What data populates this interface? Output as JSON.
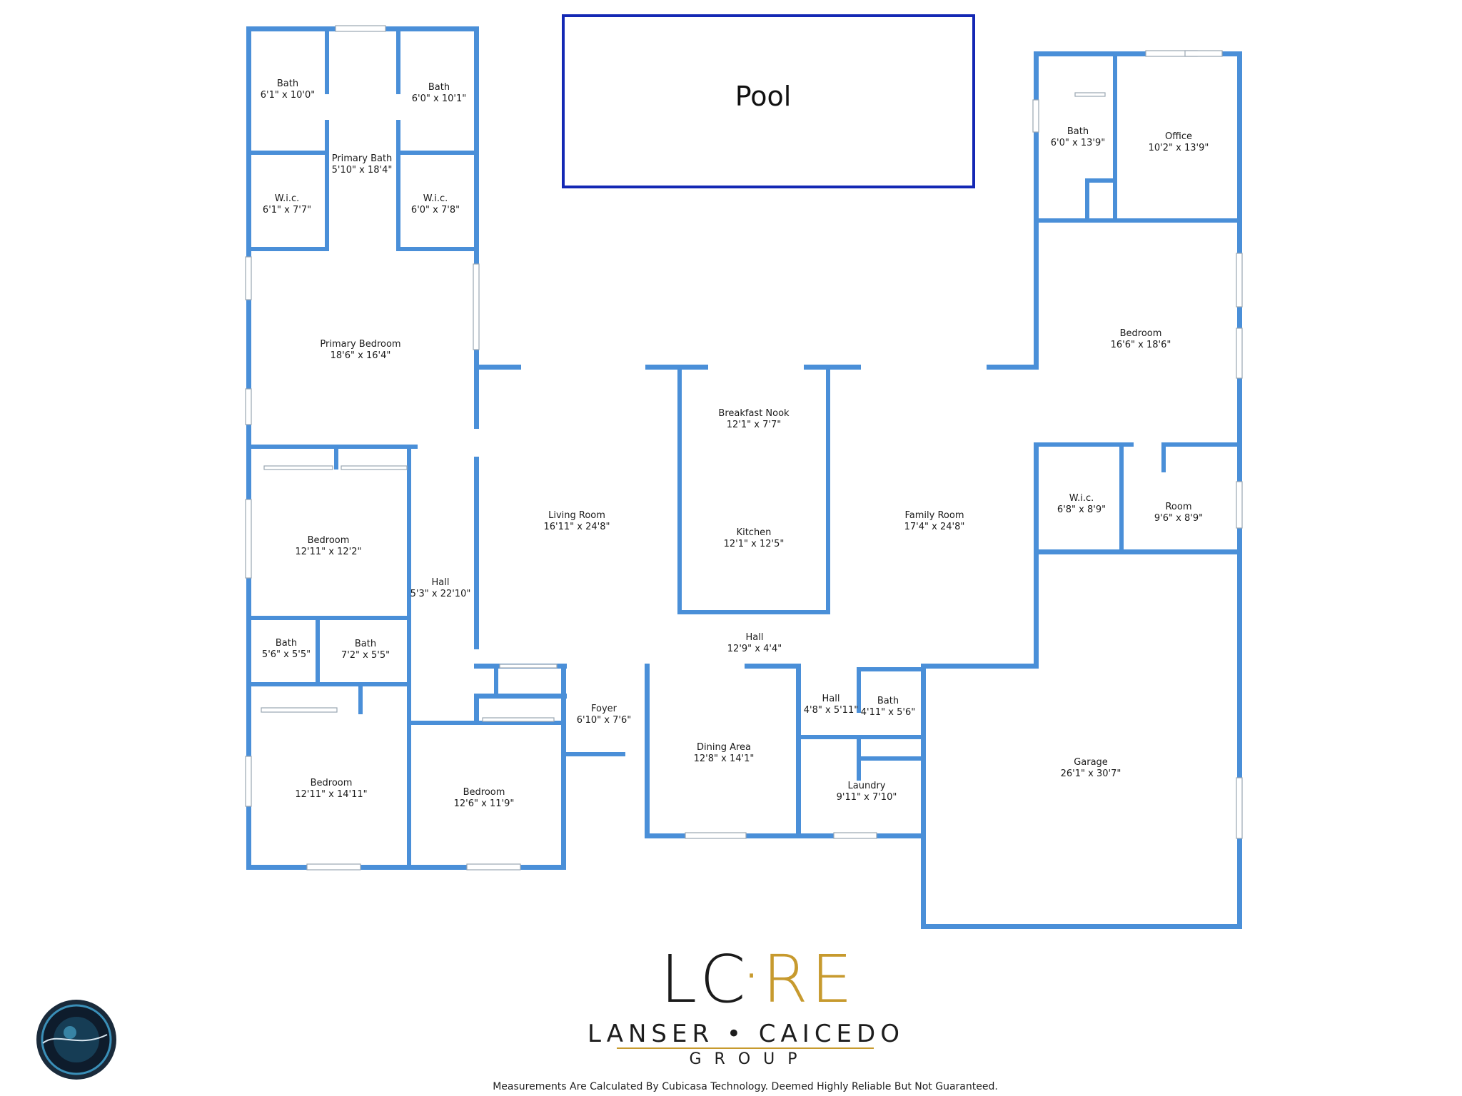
{
  "pool": {
    "label": "Pool"
  },
  "rooms": [
    {
      "id": "bath-1",
      "name": "Bath",
      "size": "6'1\" x 10'0\""
    },
    {
      "id": "primary-bath",
      "name": "Primary Bath",
      "size": "5'10\" x 18'4\""
    },
    {
      "id": "bath-2",
      "name": "Bath",
      "size": "6'0\" x 10'1\""
    },
    {
      "id": "wic-1",
      "name": "W.i.c.",
      "size": "6'1\" x 7'7\""
    },
    {
      "id": "wic-2",
      "name": "W.i.c.",
      "size": "6'0\" x 7'8\""
    },
    {
      "id": "primary-bedroom",
      "name": "Primary Bedroom",
      "size": "18'6\" x 16'4\""
    },
    {
      "id": "bedroom-1",
      "name": "Bedroom",
      "size": "12'11\" x 12'2\""
    },
    {
      "id": "hall-1",
      "name": "Hall",
      "size": "5'3\" x 22'10\""
    },
    {
      "id": "bath-3",
      "name": "Bath",
      "size": "5'6\" x 5'5\""
    },
    {
      "id": "bath-4",
      "name": "Bath",
      "size": "7'2\" x 5'5\""
    },
    {
      "id": "bedroom-2",
      "name": "Bedroom",
      "size": "12'11\" x 14'11\""
    },
    {
      "id": "bedroom-3",
      "name": "Bedroom",
      "size": "12'6\" x 11'9\""
    },
    {
      "id": "living-room",
      "name": "Living Room",
      "size": "16'11\" x 24'8\""
    },
    {
      "id": "breakfast-nook",
      "name": "Breakfast Nook",
      "size": "12'1\" x 7'7\""
    },
    {
      "id": "kitchen",
      "name": "Kitchen",
      "size": "12'1\" x 12'5\""
    },
    {
      "id": "family-room",
      "name": "Family Room",
      "size": "17'4\" x 24'8\""
    },
    {
      "id": "hall-2",
      "name": "Hall",
      "size": "12'9\" x 4'4\""
    },
    {
      "id": "foyer",
      "name": "Foyer",
      "size": "6'10\" x 7'6\""
    },
    {
      "id": "dining-area",
      "name": "Dining Area",
      "size": "12'8\" x 14'1\""
    },
    {
      "id": "hall-3",
      "name": "Hall",
      "size": "4'8\" x 5'11\""
    },
    {
      "id": "bath-5",
      "name": "Bath",
      "size": "4'11\" x 5'6\""
    },
    {
      "id": "laundry",
      "name": "Laundry",
      "size": "9'11\" x 7'10\""
    },
    {
      "id": "bath-6",
      "name": "Bath",
      "size": "6'0\" x 13'9\""
    },
    {
      "id": "office",
      "name": "Office",
      "size": "10'2\" x 13'9\""
    },
    {
      "id": "bedroom-4",
      "name": "Bedroom",
      "size": "16'6\" x 18'6\""
    },
    {
      "id": "wic-3",
      "name": "W.i.c.",
      "size": "6'8\" x 8'9\""
    },
    {
      "id": "room",
      "name": "Room",
      "size": "9'6\" x 8'9\""
    },
    {
      "id": "garage",
      "name": "Garage",
      "size": "26'1\" x 30'7\""
    }
  ],
  "brand": {
    "logo_left": "LC",
    "logo_dot": "·",
    "logo_right": "RE",
    "line1": "LANSER • CAICEDO",
    "line2": "GROUP"
  },
  "disclaimer": "Measurements Are Calculated By Cubicasa Technology. Deemed Highly Reliable But Not Guaranteed.",
  "colors": {
    "wall": "#4a8fd8",
    "pool_outline": "#1428b4",
    "gold": "#c79a2e",
    "logo_dark": "#1b1b1b"
  }
}
